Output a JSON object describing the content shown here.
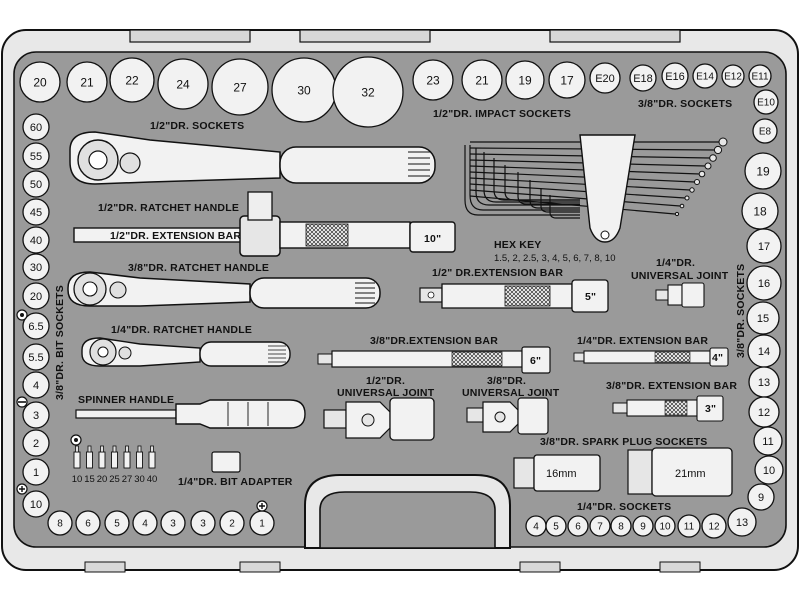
{
  "colors": {
    "tray": "#9a9a9a",
    "case": "#e8e8e8",
    "part": "#f2f2f2",
    "outline": "#111111"
  },
  "labels": {
    "half_sockets": "1/2\"DR. SOCKETS",
    "half_impact": "1/2\"DR. IMPACT SOCKETS",
    "three8_sockets": "3/8\"DR. SOCKETS",
    "three8_sockets_side": "3/8\"DR. SOCKETS",
    "half_ratchet": "1/2\"DR. RATCHET HANDLE",
    "half_ext": "1/2\"DR. EXTENSION BAR",
    "half_ext_size": "10\"",
    "hex_key": "HEX KEY",
    "hex_sizes": "1.5, 2, 2.5, 3, 4, 5, 6, 7, 8, 10",
    "three8_ratchet": "3/8\"DR. RATCHET HANDLE",
    "half_ext2": "1/2\" DR.EXTENSION BAR",
    "half_ext2_size": "5\"",
    "quarter_uj_1": "1/4\"DR.",
    "quarter_uj_2": "UNIVERSAL JOINT",
    "bit_sockets": "3/8\"DR. BIT SOCKETS",
    "quarter_ratchet": "1/4\"DR. RATCHET HANDLE",
    "three8_ext": "3/8\"DR.EXTENSION BAR",
    "three8_ext_size": "6\"",
    "quarter_ext": "1/4\"DR. EXTENSION BAR",
    "quarter_ext_size": "4\"",
    "half_uj_1": "1/2\"DR.",
    "half_uj_2": "UNIVERSAL JOINT",
    "three8_uj_1": "3/8\"DR.",
    "three8_uj_2": "UNIVERSAL JOINT",
    "three8_ext2": "3/8\"DR. EXTENSION BAR",
    "three8_ext2_size": "3\"",
    "spinner": "SPINNER HANDLE",
    "spark": "3/8\"DR. SPARK PLUG SOCKETS",
    "spark_16": "16mm",
    "spark_21": "21mm",
    "bit_adapter": "1/4\"DR. BIT ADAPTER",
    "quarter_sockets": "1/4\"DR. SOCKETS"
  },
  "sockets": {
    "half_top": [
      "20",
      "21",
      "22",
      "24",
      "27",
      "30",
      "32"
    ],
    "impact_top": [
      "23",
      "21",
      "19",
      "17"
    ],
    "e_top": [
      "E20",
      "E18",
      "E16",
      "E14",
      "E12",
      "E11"
    ],
    "e_right": [
      "E10",
      "E8"
    ],
    "right_col": [
      "19",
      "18",
      "17",
      "16",
      "15",
      "14",
      "13",
      "12",
      "11",
      "10",
      "9"
    ],
    "left_col": [
      "60",
      "55",
      "50",
      "45",
      "40",
      "30",
      "20",
      "6.5",
      "5.5",
      "4",
      "3",
      "2",
      "1",
      "10"
    ],
    "bottom_left": [
      "8",
      "6",
      "5",
      "4",
      "3",
      "3",
      "2",
      "1"
    ],
    "quarter_bottom": [
      "4",
      "5",
      "6",
      "7",
      "8",
      "9",
      "10",
      "11",
      "12",
      "13"
    ]
  },
  "bits": [
    "10",
    "15",
    "20",
    "25",
    "27",
    "30",
    "40"
  ]
}
